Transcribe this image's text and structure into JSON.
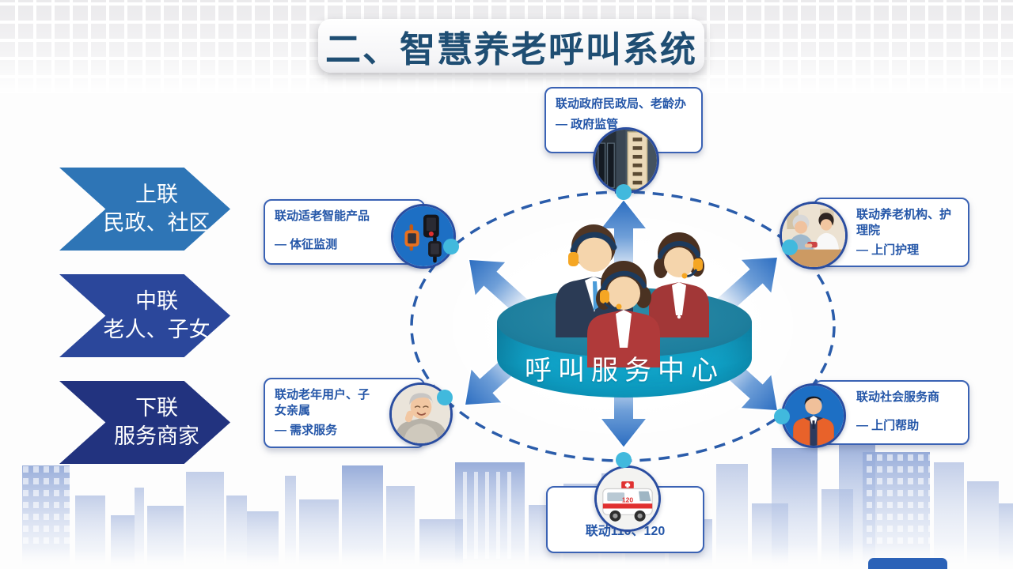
{
  "title": {
    "text": "二、智慧养老呼叫系统"
  },
  "left_legend": [
    {
      "line1": "上联",
      "line2": "民政、社区",
      "color": "#2E75B6"
    },
    {
      "line1": "中联",
      "line2": "老人、子女",
      "color": "#2B479B"
    },
    {
      "line1": "下联",
      "line2": "服务商家",
      "color": "#22337F"
    }
  ],
  "hub": {
    "label": "呼叫服务中心"
  },
  "nodes": {
    "government": {
      "line1": "联动政府民政局、老龄办",
      "line2": "— 政府监管",
      "photo": "civil-affairs-bureau-entrance"
    },
    "smart_products": {
      "line1": "联动适老智能产品",
      "line2": "— 体征监测",
      "photo": "elderly-smart-wearables"
    },
    "elderly_users": {
      "line1": "联动老年用户、子女亲属",
      "line2": "— 需求服务",
      "photo": "smiling-elderly-woman"
    },
    "care_institutions": {
      "line1": "联动养老机构、护理院",
      "line2": "— 上门护理",
      "photo": "nurse-caring-for-elderly"
    },
    "service_providers": {
      "line1": "联动社会服务商",
      "line2": "— 上门帮助",
      "photo": "uniformed-service-worker"
    },
    "emergency": {
      "label": "联动110、120",
      "photo": "ambulance",
      "vehicle_text": "120"
    }
  },
  "colors": {
    "title_text": "#1F4E73",
    "box_border": "#3a62b4",
    "box_text": "#2456a8",
    "hub_teal": "#10A3C8",
    "hub_top_teal": "#1E7F9E",
    "arrow_blue": "#2a6cc0",
    "dashed_ring": "#2a5caa",
    "ring_dot_cyan": "#41b9dd",
    "skyline_blue": "#b9c6e4"
  }
}
